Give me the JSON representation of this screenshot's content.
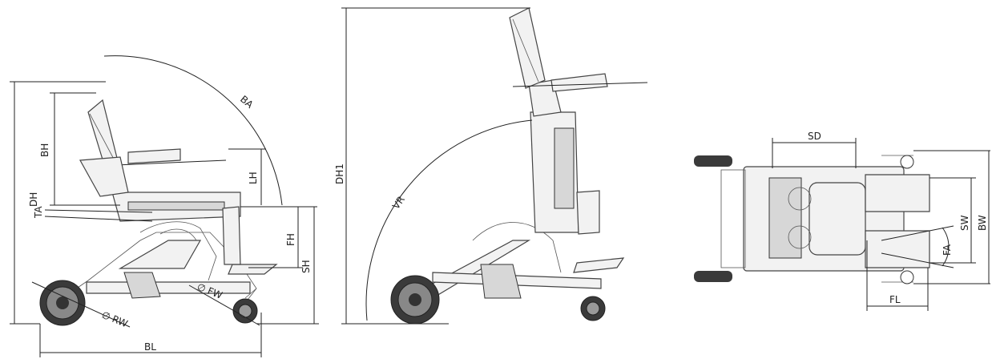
{
  "labels": {
    "DH": "DH",
    "BH": "BH",
    "BA": "BA",
    "LH": "LH",
    "TA": "TA",
    "FH": "FH",
    "SH": "SH",
    "FW": "FW",
    "RW": "RW",
    "BL": "BL",
    "DH1": "DH1",
    "VR": "VR",
    "SD": "SD",
    "SW": "SW",
    "BW": "BW",
    "FA": "FA",
    "FL": "FL"
  },
  "symbols": {
    "diameter": "∅"
  }
}
